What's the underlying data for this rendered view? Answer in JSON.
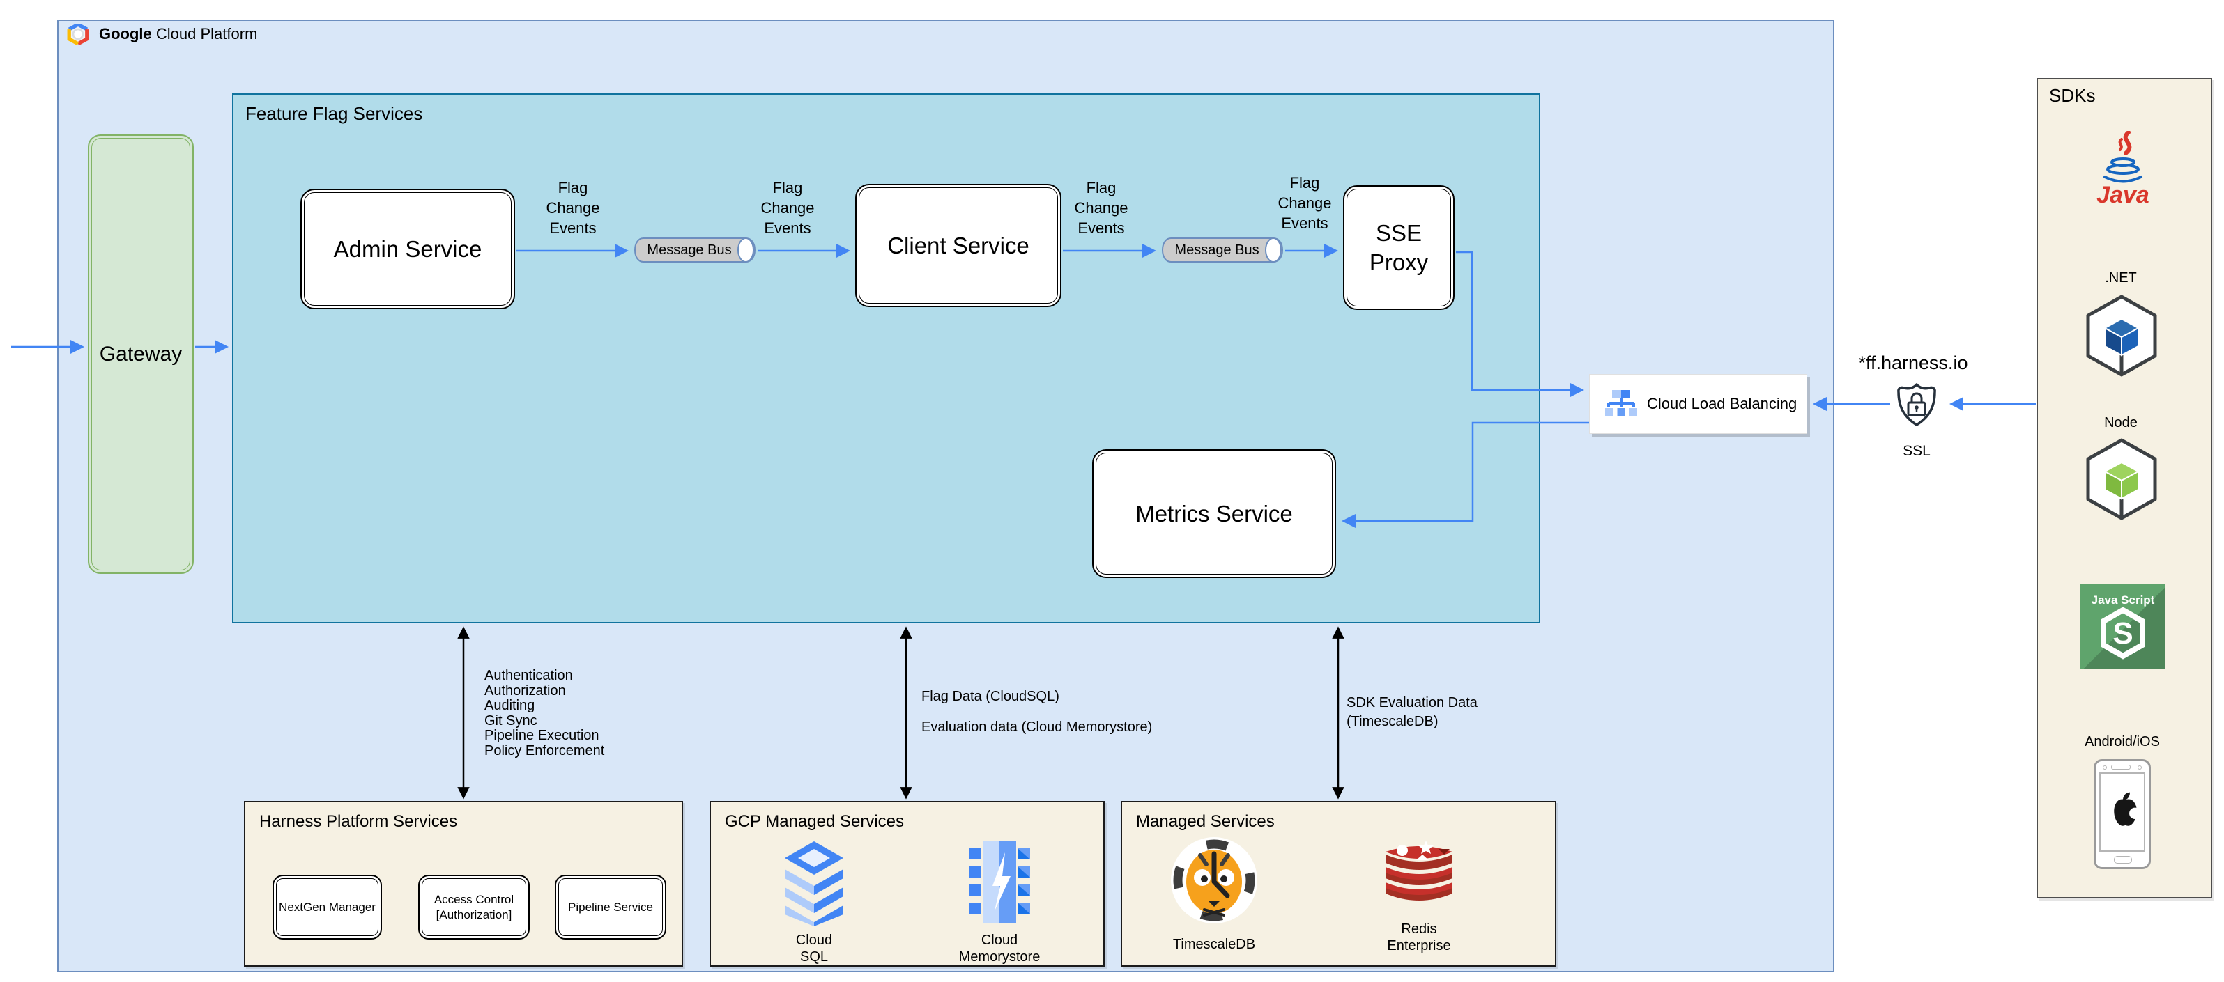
{
  "header": {
    "brand": "Google",
    "brand_suffix": "Cloud Platform"
  },
  "gateway": {
    "label": "Gateway"
  },
  "feature_flags": {
    "title": "Feature Flag Services",
    "admin_service": "Admin Service",
    "client_service": "Client Service",
    "sse_proxy_line1": "SSE",
    "sse_proxy_line2": "Proxy",
    "metrics_service": "Metrics Service",
    "message_bus": "Message Bus",
    "flag_change_events": {
      "line1": "Flag",
      "line2": "Change",
      "line3": "Events"
    }
  },
  "load_balancing": {
    "label": "Cloud Load Balancing"
  },
  "ssl": {
    "domain": "*ff.harness.io",
    "label": "SSL"
  },
  "sdks": {
    "title": "SDKs",
    "java_label": "Java",
    "dotnet_label": ".NET",
    "node_label": "Node",
    "javascript_label": "Java Script",
    "javascript_letter": "S",
    "android_ios_label": "Android/iOS"
  },
  "annotations": {
    "platform_capabilities": [
      "Authentication",
      "Authorization",
      "Auditing",
      "Git Sync",
      "Pipeline Execution",
      "Policy Enforcement"
    ],
    "flag_data": "Flag Data (CloudSQL)",
    "evaluation_data": "Evaluation data (Cloud Memorystore)",
    "sdk_evaluation_line1": "SDK Evaluation Data",
    "sdk_evaluation_line2": "(TimescaleDB)"
  },
  "harness_platform": {
    "title": "Harness Platform Services",
    "items": [
      {
        "line1": "NextGen Manager",
        "line2": ""
      },
      {
        "line1": "Access Control",
        "line2": "[Authorization]"
      },
      {
        "line1": "Pipeline Service",
        "line2": ""
      }
    ]
  },
  "gcp_managed": {
    "title": "GCP Managed Services",
    "cloud_sql_line1": "Cloud",
    "cloud_sql_line2": "SQL",
    "memorystore_line1": "Cloud",
    "memorystore_line2": "Memorystore"
  },
  "managed_services": {
    "title": "Managed Services",
    "timescaledb_label": "TimescaleDB",
    "redis_line1": "Redis",
    "redis_line2": "Enterprise"
  },
  "colors": {
    "arrow_blue": "#4285f4",
    "gcp_fill": "#d9e7f8",
    "feature_flag_fill": "#b1dcea",
    "gateway_fill": "#d5e8d4",
    "services_beige": "#f6f1e3"
  }
}
